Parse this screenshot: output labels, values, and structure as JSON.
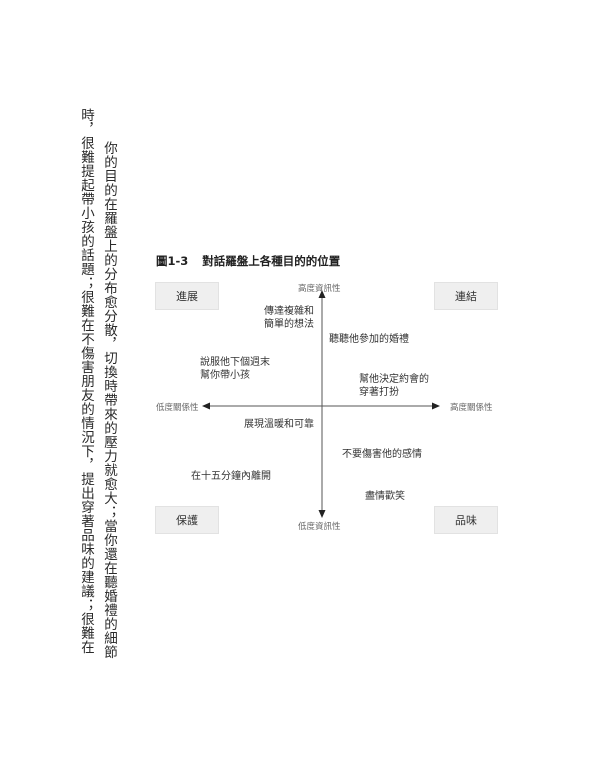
{
  "body_text": {
    "columns": [
      "你的目的在羅盤上的分布愈分散，切換時帶來的壓力就愈大；當你還在聽婚禮的細節",
      "時，很難提起帶小孩的話題；很難在不傷害朋友的情況下，提出穿著品味的建議；很難在"
    ]
  },
  "figure": {
    "number": "圖1-3",
    "title": "對話羅盤上各種目的的位置",
    "quadrants": {
      "top_left": "進展",
      "top_right": "連結",
      "bottom_left": "保護",
      "bottom_right": "品味"
    },
    "axes": {
      "y_top": "高度資訊性",
      "y_bottom": "低度資訊性",
      "x_left": "低度關係性",
      "x_right": "高度關係性"
    },
    "items": [
      [
        "傳達複雜和",
        "簡單的想法"
      ],
      [
        "聽聽他參加的婚禮"
      ],
      [
        "說服他下個週末",
        "幫你帶小孩"
      ],
      [
        "幫他決定約會的",
        "穿著打扮"
      ],
      [
        "展現溫暖和可靠"
      ],
      [
        "不要傷害他的感情"
      ],
      [
        "在十五分鐘內離開"
      ],
      [
        "盡情歡笑"
      ]
    ],
    "colors": {
      "box_fill": "#efefef",
      "axis": "#555555",
      "axis_label": "#666666"
    }
  }
}
